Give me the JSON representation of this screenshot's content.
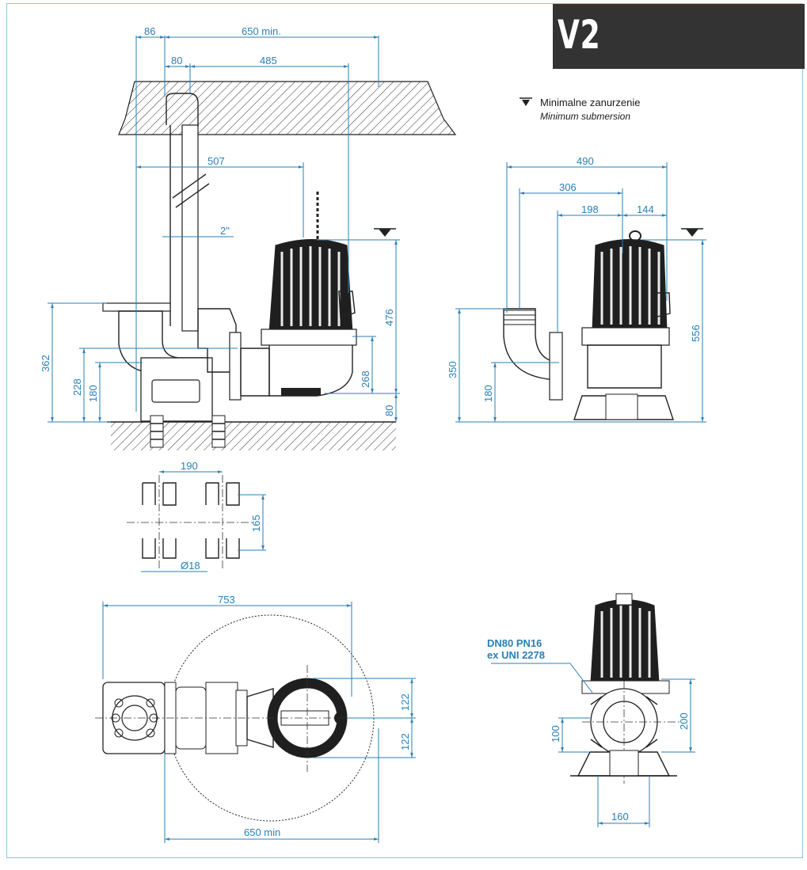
{
  "model": "V2",
  "legend": {
    "line1": "Minimalne zanurzenie",
    "line2": "Minimum submersion",
    "symbol_icon": "min-water-level-triangle"
  },
  "flange_note": {
    "line1": "DN80 PN16",
    "line2": "ex UNI 2278"
  },
  "dimensions": {
    "side_view": {
      "d86": "86",
      "d650min": "650 min.",
      "d80_top": "80",
      "d485": "485",
      "d507": "507",
      "d2in": "2\"",
      "d476": "476",
      "d362": "362",
      "d228": "228",
      "d180": "180",
      "d268": "268",
      "d80_bottom": "80"
    },
    "front_view": {
      "d490": "490",
      "d306": "306",
      "d198": "198",
      "d144": "144",
      "d556": "556",
      "d350": "350",
      "d180": "180"
    },
    "foot_detail": {
      "d190": "190",
      "d165": "165",
      "d18": "Ø18"
    },
    "plan_view": {
      "d753": "753",
      "d122_top": "122",
      "d122_bottom": "122",
      "d650min": "650 min"
    },
    "end_view": {
      "d200": "200",
      "d100": "100",
      "d160": "160"
    }
  },
  "colors": {
    "dimension": "#2a7fb5",
    "outline": "#222222",
    "frame": "#8fc3df",
    "badge": "#333333"
  }
}
